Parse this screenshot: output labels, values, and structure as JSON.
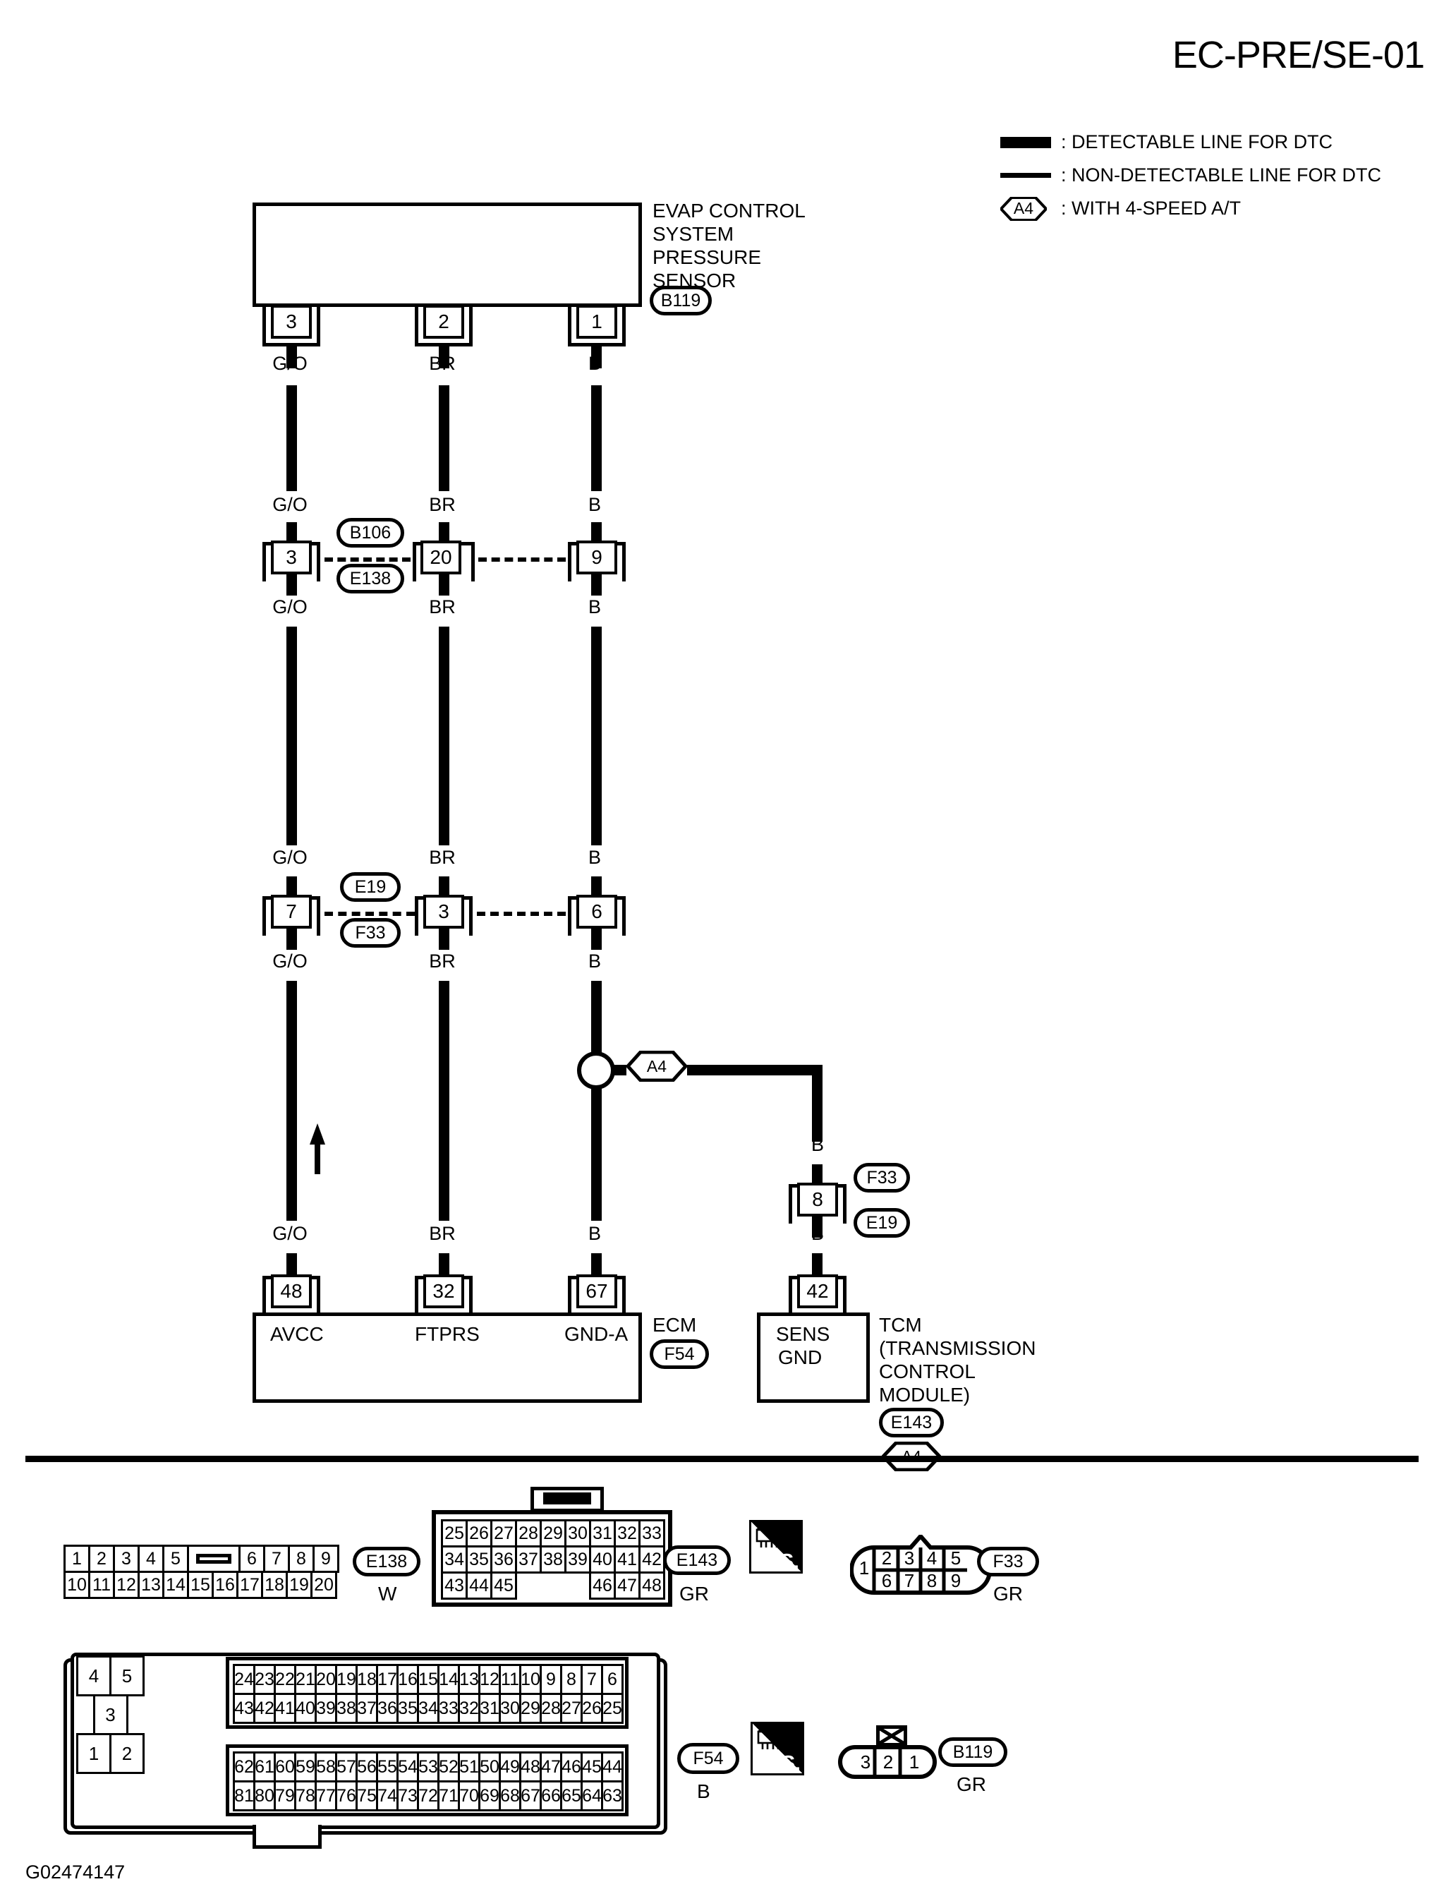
{
  "page": {
    "title": "EC-PRE/SE-01",
    "footer_code": "G02474147"
  },
  "legend": {
    "items": [
      {
        "symbol": "thick-line",
        "label": ": DETECTABLE LINE FOR DTC"
      },
      {
        "symbol": "thin-line",
        "label": ": NON-DETECTABLE LINE FOR DTC"
      },
      {
        "symbol": "hexagon",
        "hex_text": "A4",
        "label": ": WITH 4-SPEED A/T"
      }
    ]
  },
  "components": {
    "sensor": {
      "name_lines": [
        "EVAP CONTROL",
        "SYSTEM",
        "PRESSURE",
        "SENSOR"
      ],
      "connector_id": "B119",
      "pins": [
        "3",
        "2",
        "1"
      ]
    },
    "ecm": {
      "name": "ECM",
      "connector_id": "F54",
      "pins": [
        "48",
        "32",
        "67"
      ],
      "signals": [
        "AVCC",
        "FTPRS",
        "GND-A"
      ]
    },
    "tcm": {
      "name_lines": [
        "TCM",
        "(TRANSMISSION",
        "CONTROL",
        "MODULE)"
      ],
      "connector_id": "E143",
      "option_marker": "A4",
      "pin": "42",
      "signal_lines": [
        "SENS",
        "GND"
      ]
    }
  },
  "wires": {
    "colors": {
      "left": "G/O",
      "middle": "BR",
      "right": "B",
      "branch": "B"
    }
  },
  "junctions": {
    "first": {
      "upper_connector": "B106",
      "lower_connector": "E138",
      "pins": [
        "3",
        "20",
        "9"
      ]
    },
    "second": {
      "upper_connector": "E19",
      "lower_connector": "F33",
      "pins": [
        "7",
        "3",
        "6"
      ]
    },
    "branch": {
      "option_marker": "A4",
      "pin": "8",
      "upper_connector": "F33",
      "lower_connector": "E19"
    }
  },
  "connector_views": {
    "e138": {
      "id": "E138",
      "color": "W",
      "rows": [
        [
          "1",
          "2",
          "3",
          "4",
          "5",
          "NOTCH",
          "6",
          "7",
          "8",
          "9"
        ],
        [
          "10",
          "11",
          "12",
          "13",
          "14",
          "15",
          "16",
          "17",
          "18",
          "19",
          "20"
        ]
      ]
    },
    "e143": {
      "id": "E143",
      "color": "GR",
      "rows": [
        [
          "25",
          "26",
          "27",
          "28",
          "29",
          "30",
          "31",
          "32",
          "33"
        ],
        [
          "34",
          "35",
          "36",
          "37",
          "38",
          "39",
          "40",
          "41",
          "42"
        ],
        [
          "43",
          "44",
          "45",
          "",
          "",
          "",
          "46",
          "47",
          "48"
        ]
      ]
    },
    "f33": {
      "id": "F33",
      "color": "GR",
      "left_pin": "1",
      "rows": [
        [
          "2",
          "3",
          "4",
          "5"
        ],
        [
          "6",
          "7",
          "8",
          "9"
        ]
      ]
    },
    "f54": {
      "id": "F54",
      "color": "B",
      "left_block": {
        "top": [
          "4",
          "5"
        ],
        "middle": [
          "3"
        ],
        "bottom": [
          "1",
          "2"
        ]
      },
      "upper_rows": [
        [
          "24",
          "23",
          "22",
          "21",
          "20",
          "19",
          "18",
          "17",
          "16",
          "15",
          "14",
          "13",
          "12",
          "11",
          "10",
          "9",
          "8",
          "7",
          "6"
        ],
        [
          "43",
          "42",
          "41",
          "40",
          "39",
          "38",
          "37",
          "36",
          "35",
          "34",
          "33",
          "32",
          "31",
          "30",
          "29",
          "28",
          "27",
          "26",
          "25"
        ]
      ],
      "lower_rows": [
        [
          "62",
          "61",
          "60",
          "59",
          "58",
          "57",
          "56",
          "55",
          "54",
          "53",
          "52",
          "51",
          "50",
          "49",
          "48",
          "47",
          "46",
          "45",
          "44"
        ],
        [
          "81",
          "80",
          "79",
          "78",
          "77",
          "76",
          "75",
          "74",
          "73",
          "72",
          "71",
          "70",
          "69",
          "68",
          "67",
          "66",
          "65",
          "64",
          "63"
        ]
      ]
    },
    "b119": {
      "id": "B119",
      "color": "GR",
      "cells": [
        "3",
        "2",
        "1"
      ]
    }
  },
  "icons": {
    "hs_label": "H.S."
  }
}
